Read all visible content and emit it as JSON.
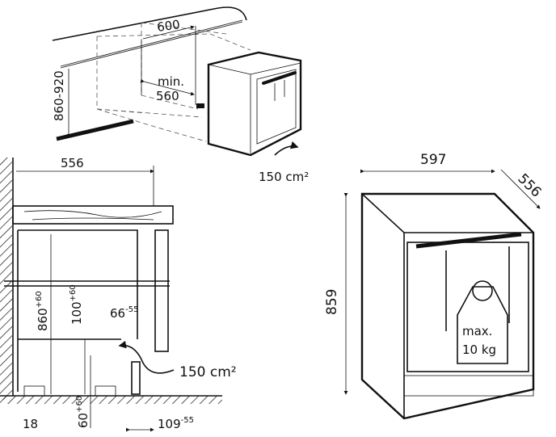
{
  "iso_view": {
    "width_label": "600",
    "depth_label_line1": "min.",
    "depth_label_line2": "560",
    "height_label": "860-920",
    "vent_label": "150 cm²"
  },
  "side_view": {
    "depth_label": "556",
    "height_label": "860",
    "height_tol": "+60",
    "plinth_label": "100",
    "plinth_tol": "+60",
    "door_gap_label": "66",
    "door_gap_tol": "-55",
    "feet_label": "60",
    "feet_tol": "+60",
    "wall_gap_label": "18",
    "front_label": "109",
    "front_tol": "-55",
    "vent_label": "150 cm²"
  },
  "front_view": {
    "width_label": "597",
    "depth_label": "556",
    "height_label": "859",
    "weight_line1": "max.",
    "weight_line2": "10 kg"
  }
}
